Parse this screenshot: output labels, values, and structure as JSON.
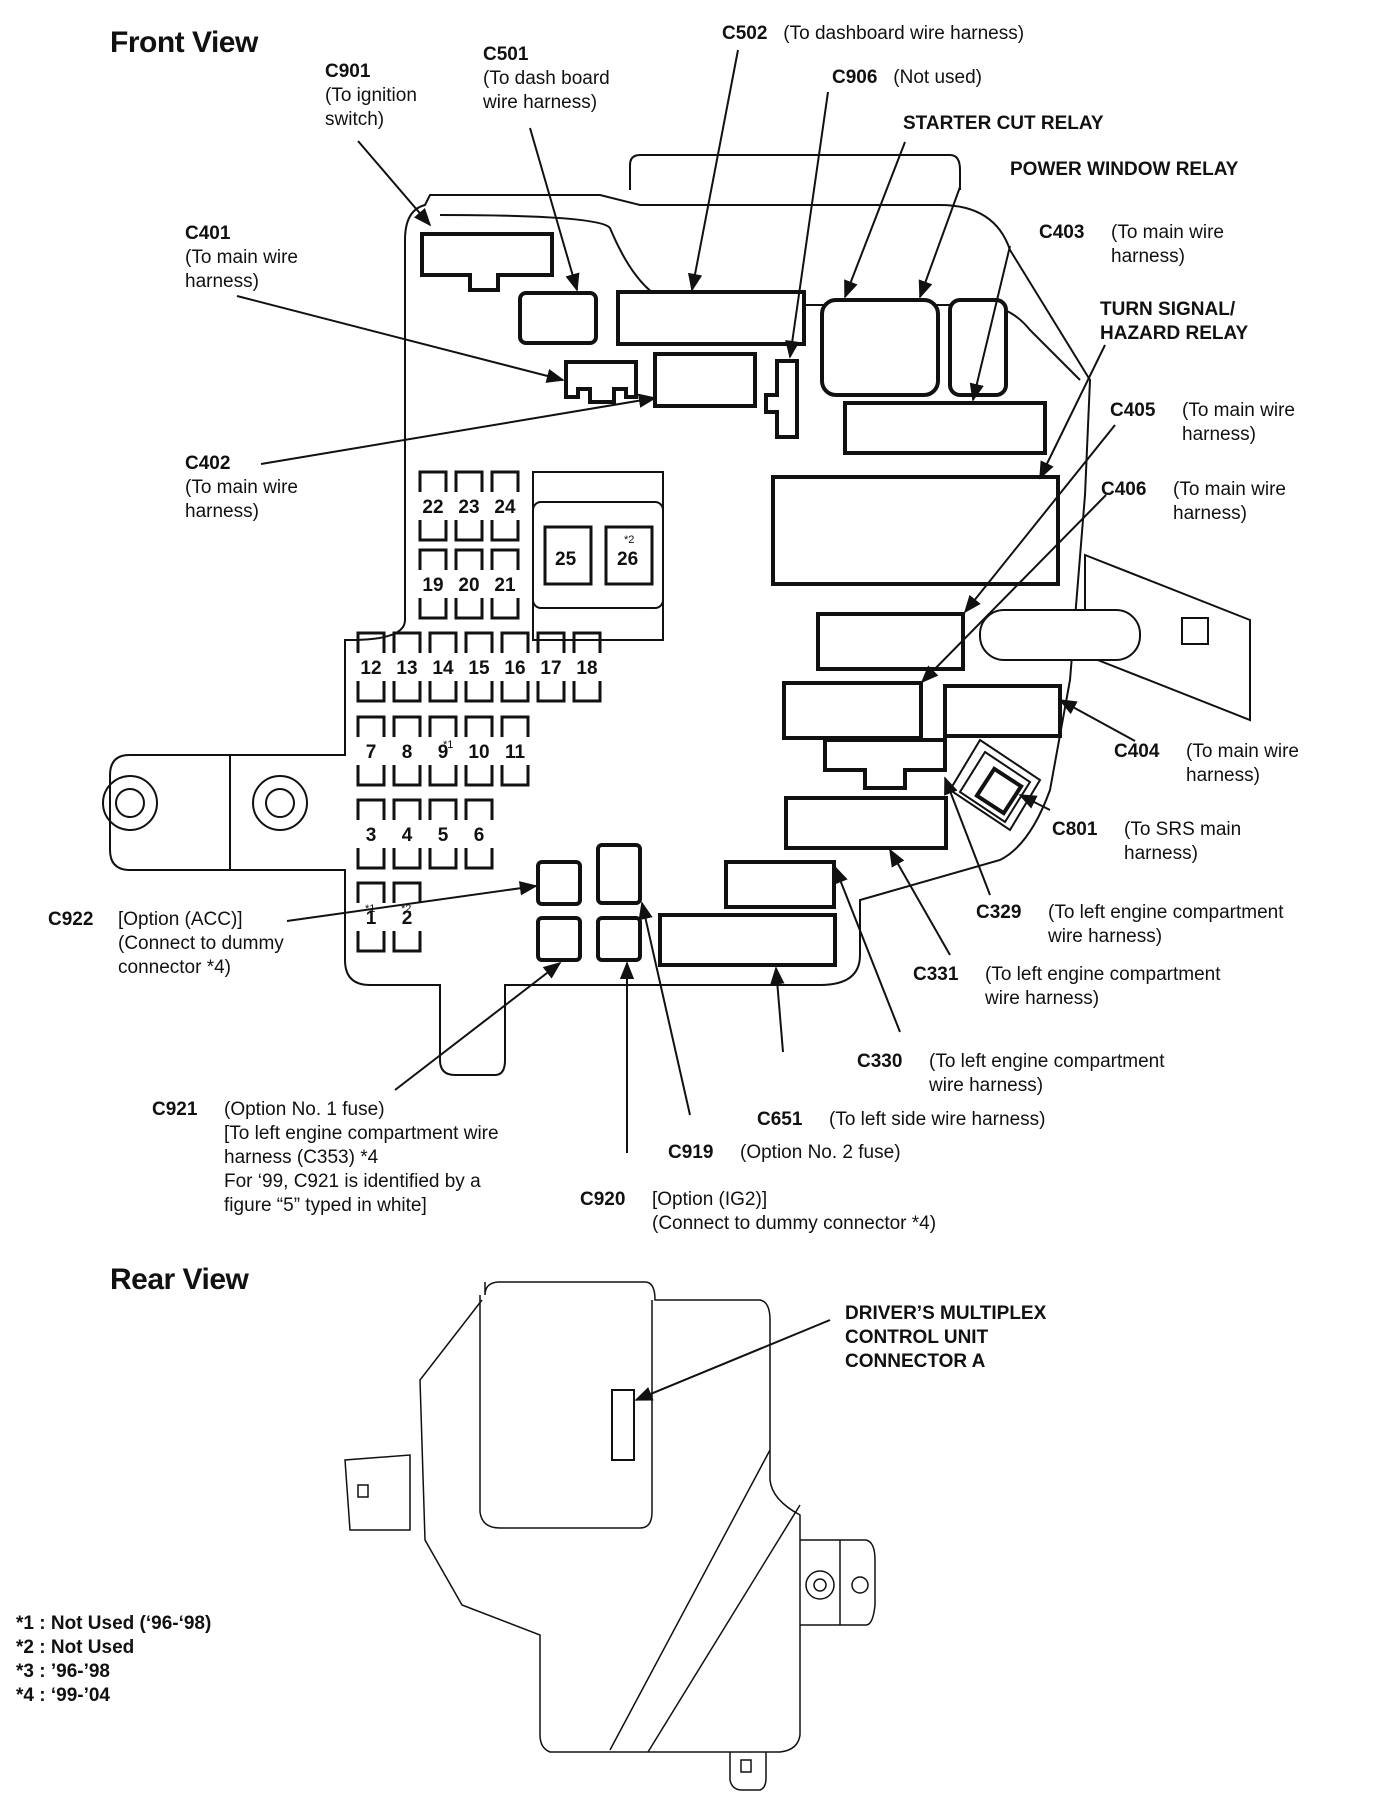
{
  "front_view": {
    "title": "Front View",
    "connectors": [
      {
        "id": "C901",
        "desc": "(To ignition\nswitch)"
      },
      {
        "id": "C501",
        "desc": "(To dash board\nwire harness)"
      },
      {
        "id": "C502",
        "desc": "(To dashboard wire harness)"
      },
      {
        "id": "C906",
        "desc": "(Not used)"
      },
      {
        "id": "C401",
        "desc": "(To main wire\nharness)"
      },
      {
        "id": "C402",
        "desc": "(To main wire\nharness)"
      },
      {
        "id": "C403",
        "desc": "(To main wire\nharness)"
      },
      {
        "id": "C405",
        "desc": "(To main wire\nharness)"
      },
      {
        "id": "C406",
        "desc": "(To main wire\nharness)"
      },
      {
        "id": "C404",
        "desc": "(To main wire\nharness)"
      },
      {
        "id": "C801",
        "desc": "(To SRS main\nharness)"
      },
      {
        "id": "C329",
        "desc": "(To left engine compartment\nwire harness)"
      },
      {
        "id": "C331",
        "desc": "(To left engine compartment\nwire harness)"
      },
      {
        "id": "C330",
        "desc": "(To left engine compartment\nwire harness)"
      },
      {
        "id": "C651",
        "desc": "(To left side wire harness)"
      },
      {
        "id": "C919",
        "desc": "(Option No. 2 fuse)"
      },
      {
        "id": "C920",
        "desc": "[Option (IG2)]\n(Connect to dummy connector *4)"
      },
      {
        "id": "C921",
        "desc": "(Option No. 1 fuse)\n[To left engine compartment wire\nharness (C353) *4\nFor ‘99, C921 is identified by a\nfigure “5” typed in white]"
      },
      {
        "id": "C922",
        "desc": "[Option (ACC)]\n(Connect to dummy\nconnector *4)"
      }
    ],
    "relays": {
      "starter_cut": "STARTER CUT RELAY",
      "power_window": "POWER WINDOW RELAY",
      "turn_signal": "TURN SIGNAL/\nHAZARD RELAY"
    },
    "fuses": {
      "row_22": [
        "22",
        "23",
        "24"
      ],
      "row_19": [
        "19",
        "20",
        "21"
      ],
      "row_12": [
        "12",
        "13",
        "14",
        "15",
        "16",
        "17",
        "18"
      ],
      "row_7": [
        "7",
        "8",
        "9",
        "10",
        "11"
      ],
      "row_3": [
        "3",
        "4",
        "5",
        "6"
      ],
      "row_1": [
        "1",
        "2"
      ],
      "big": [
        "25",
        "26"
      ],
      "marks": {
        "fuse_9": "*1",
        "fuse_1": "*1",
        "fuse_2": "*2",
        "fuse_26": "*2"
      }
    }
  },
  "rear_view": {
    "title": "Rear View",
    "connector_label": "DRIVER’S MULTIPLEX\nCONTROL UNIT\nCONNECTOR A"
  },
  "footnotes": [
    "*1 : Not Used (‘96-‘98)",
    "*2 : Not Used",
    "*3 : ’96-’98",
    "*4 : ‘99-’04"
  ]
}
